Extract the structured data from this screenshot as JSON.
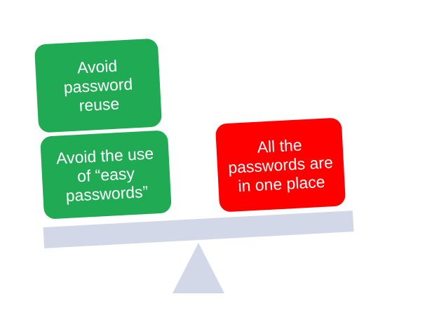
{
  "pros": [
    {
      "text": "Avoid\npassword\nreuse"
    },
    {
      "text": "Avoid the use\nof “easy\npasswords”"
    }
  ],
  "cons": [
    {
      "text": "All the\npasswords are\nin one place"
    }
  ],
  "colors": {
    "pro": "#1faa53",
    "con": "#ff0000",
    "scale": "#d3d8e8"
  }
}
